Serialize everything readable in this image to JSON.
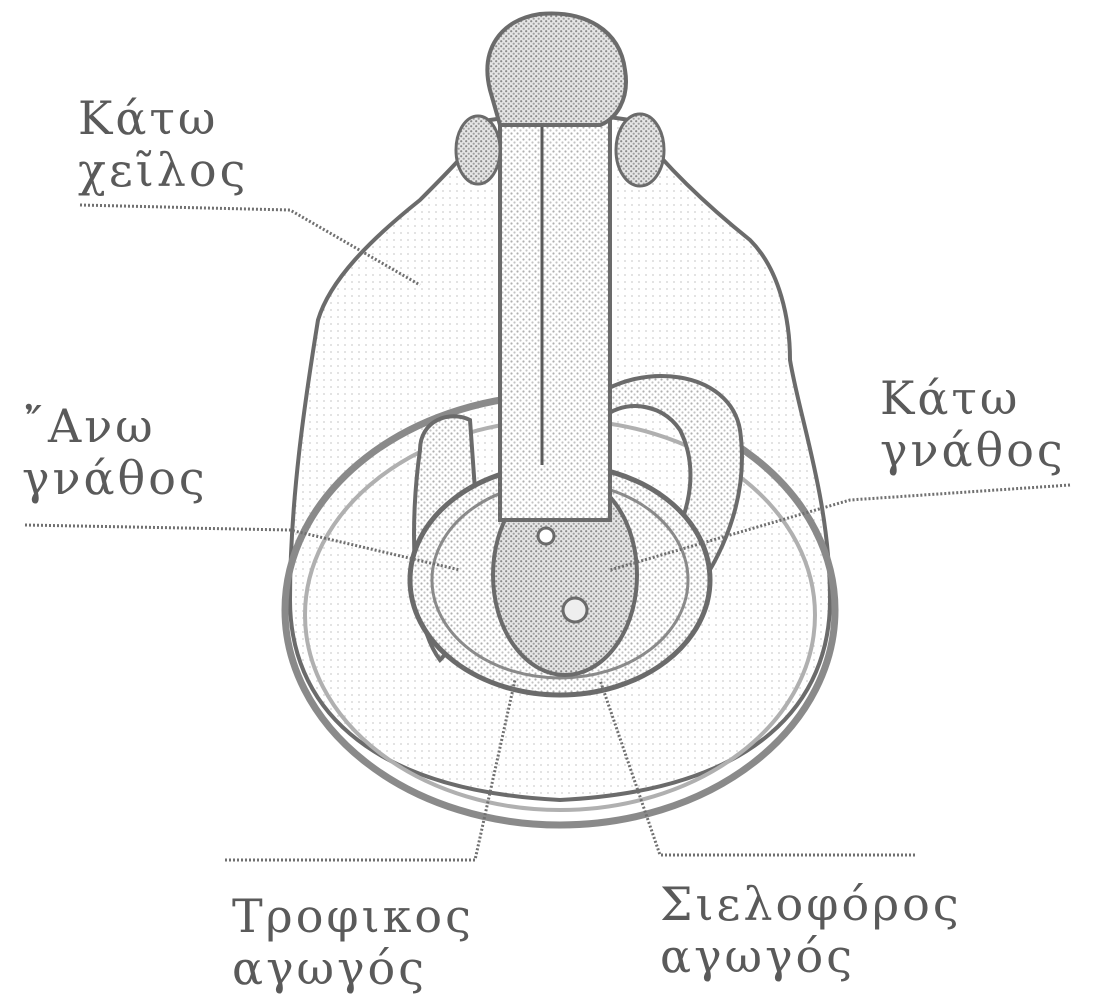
{
  "labels": {
    "lower_lip": {
      "line1": "Κάτω",
      "line2": "χεῖλος"
    },
    "upper_jaw": {
      "line1": "῎Ανω",
      "line2": "γνάθος"
    },
    "lower_jaw": {
      "line1": "Κάτω",
      "line2": "γνάθος"
    },
    "food_duct": {
      "line1": "Τροφικος",
      "line2": "αγωγός"
    },
    "salivary_duct": {
      "line1": "Σιελοφόρος",
      "line2": "αγωγός"
    }
  },
  "colors": {
    "ink": "#6b6b6b",
    "shade": "#b5b5b5",
    "light_shade": "#dcdcdc",
    "background": "#ffffff"
  }
}
